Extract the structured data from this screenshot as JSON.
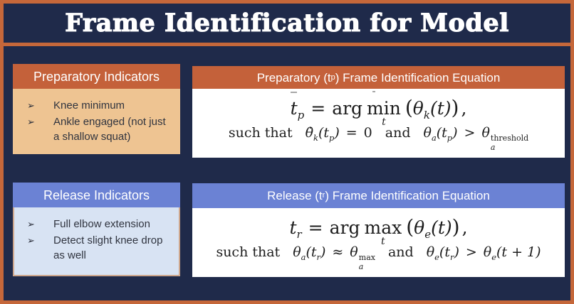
{
  "slide": {
    "title": "Frame Identification for Model"
  },
  "colors": {
    "background_navy": "#1f2a4a",
    "border_orange": "#c5673a",
    "header_orange": "#c4613a",
    "body_tan": "#eec492",
    "header_blue": "#6b82d4",
    "body_light_blue": "#d8e3f3",
    "body_white": "#ffffff",
    "text_dark": "#30343f"
  },
  "icons": {
    "bullet": "➢"
  },
  "prep_indicators": {
    "header": "Preparatory Indicators",
    "bullets": [
      "Knee minimum",
      "Ankle engaged (not just a shallow squat)"
    ]
  },
  "release_indicators": {
    "header": "Release Indicators",
    "bullets": [
      "Full elbow extension",
      "Detect slight knee drop as well"
    ]
  },
  "prep_equation": {
    "header": {
      "pre": "Preparatory (t",
      "sub": "p",
      "post": ") Frame Identification Equation"
    },
    "line1": {
      "var": "t",
      "var_sub": "p",
      "equals": "=",
      "arg": "arg",
      "op": "min",
      "op_under": "t",
      "lparen": "(",
      "theta": "θ",
      "theta_sub": "k",
      "of": "(t)",
      "rparen": ")",
      "comma": ","
    },
    "line2": {
      "such_that": "such that",
      "t1": "θ̇",
      "t1_sub": "k",
      "t1_args": "(t",
      "t1_argsub": "p",
      "t1_close": ")",
      "rel1": "=",
      "zero": "0",
      "and": "and",
      "t2": "θ",
      "t2_sub": "a",
      "t2_args": "(t",
      "t2_argsub": "p",
      "t2_close": ")",
      "rel2": ">",
      "t3": "θ",
      "t3_sup": "threshold",
      "t3_sub": "a"
    }
  },
  "release_equation": {
    "header": {
      "pre": "Release (t",
      "sub": "r",
      "post": ") Frame Identification Equation"
    },
    "line1": {
      "var": "t",
      "var_sub": "r",
      "equals": "=",
      "arg": "arg",
      "op": "max",
      "op_under": "t",
      "lparen": "(",
      "theta": "θ",
      "theta_sub": "e",
      "of": "(t)",
      "rparen": ")",
      "comma": ","
    },
    "line2": {
      "such_that": "such that",
      "t1": "θ",
      "t1_sub": "a",
      "t1_args": "(t",
      "t1_argsub": "r",
      "t1_close": ")",
      "rel1": "≈",
      "t2": "θ",
      "t2_sup": "max",
      "t2_sub": "a",
      "and": "and",
      "t3": "θ",
      "t3_sub": "e",
      "t3_args": "(t",
      "t3_argsub": "r",
      "t3_close": ")",
      "rel2": ">",
      "t4": "θ",
      "t4_sub": "e",
      "t4_args": "(t + 1)"
    }
  }
}
